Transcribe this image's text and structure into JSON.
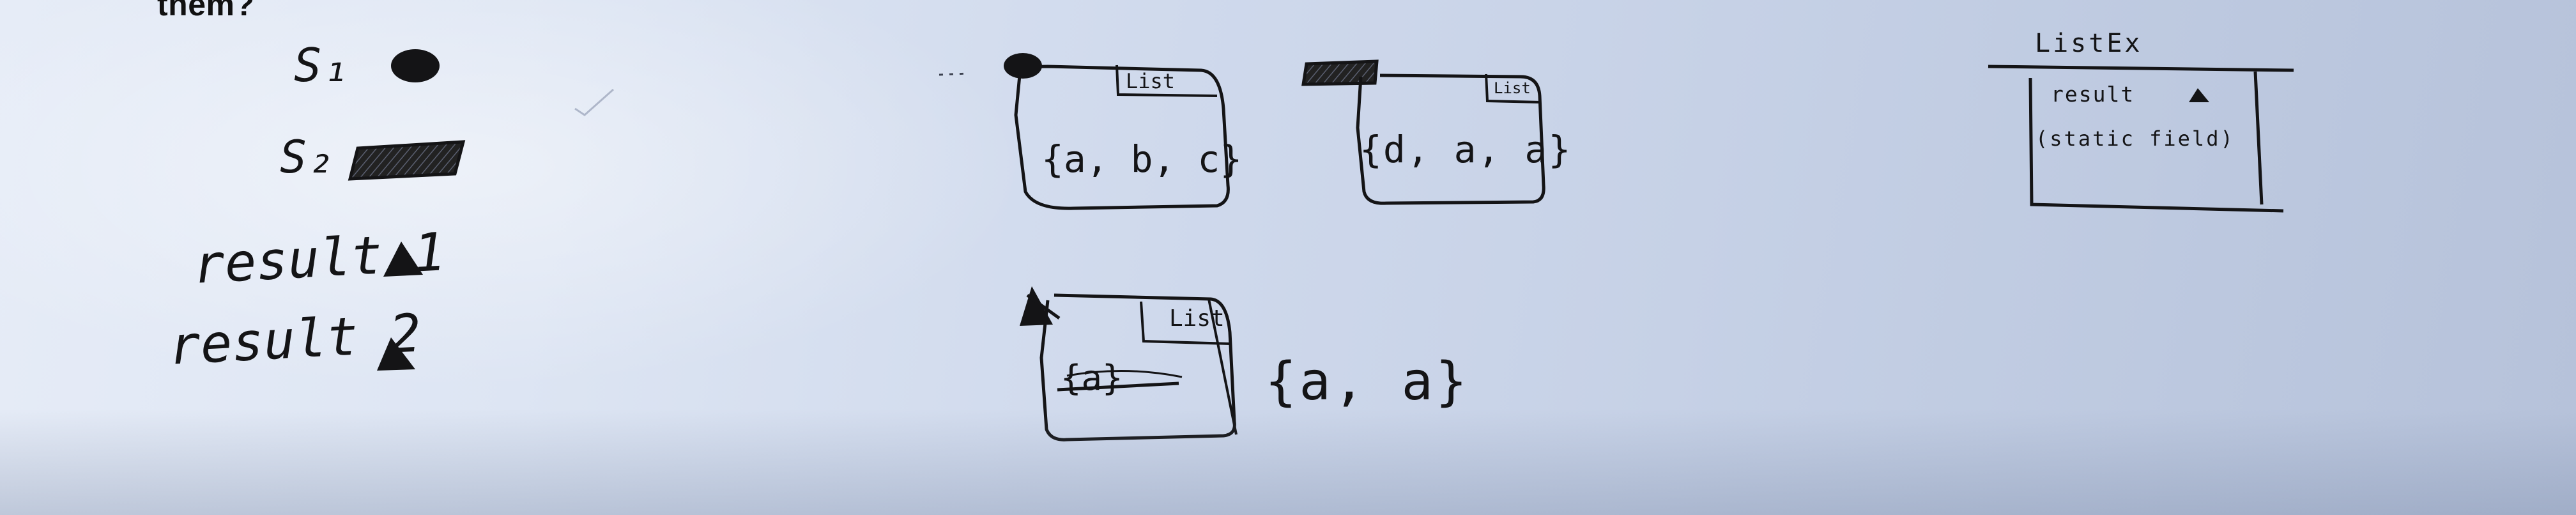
{
  "document": {
    "heading": "them?",
    "legend": {
      "s1": "S₁",
      "s2": "S₂",
      "result1": "result 1",
      "result2": "result 2"
    },
    "boxes": {
      "list_box_1": {
        "tag": "List",
        "contents": "{a, b, c}"
      },
      "list_box_2": {
        "tag": "List",
        "contents": "{d, a, a}"
      },
      "list_box_3": {
        "tag": "List",
        "contents": "{a}",
        "struck_out": true
      },
      "list_box_3_new_contents": "{a, a}"
    },
    "listex_class": {
      "title": "ListEx",
      "field_line": "result",
      "field_note": "(static field)"
    },
    "marker_legend": {
      "s1": "filled-circle",
      "s2": "hatched-rectangle",
      "result1": "filled-triangle",
      "result2": "filled-triangle"
    },
    "colors": {
      "ink": "#141416",
      "paper": "#d6dfef"
    }
  }
}
